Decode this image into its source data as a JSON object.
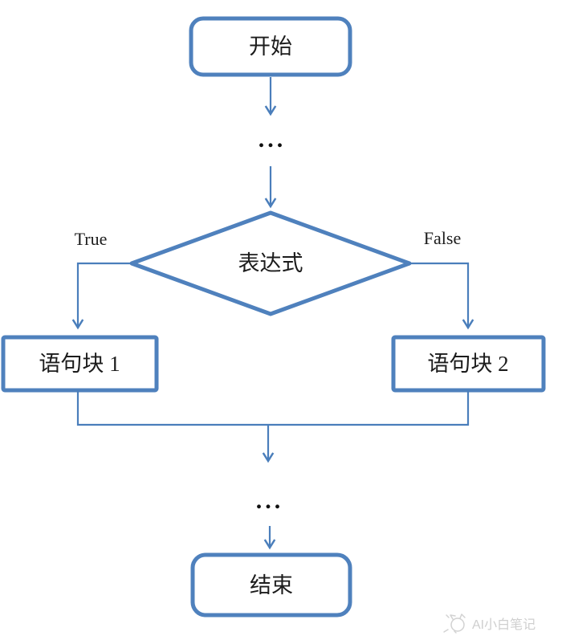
{
  "colors": {
    "shape_border": "#4f81bd",
    "connector": "#4a7ebb",
    "label_text": "#1c1c1c",
    "watermark": "#cfcfcf",
    "background": "#ffffff"
  },
  "flowchart": {
    "start": {
      "label": "开始"
    },
    "ellipsis_top": {
      "label": "..."
    },
    "decision": {
      "label": "表达式"
    },
    "true_branch": {
      "label": "True"
    },
    "false_branch": {
      "label": "False"
    },
    "block1": {
      "label": "语句块 1"
    },
    "block2": {
      "label": "语句块 2"
    },
    "ellipsis_bottom": {
      "label": "..."
    },
    "end": {
      "label": "结束"
    }
  },
  "watermark": {
    "label": "AI小白笔记",
    "logo_icon": "cat-doodle-icon"
  }
}
